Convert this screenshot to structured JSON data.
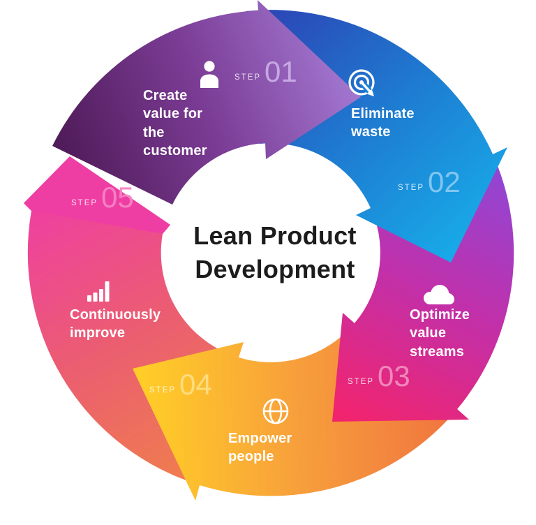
{
  "title": {
    "line1": "Lean Product",
    "line2": "Development"
  },
  "steps": [
    {
      "number": "01",
      "step_word": "STEP",
      "label": "Create value for the customer",
      "icon": "person-icon",
      "colors": {
        "from": "#4F1B58",
        "mid": "#7B3C95",
        "to": "#A379D2"
      },
      "number_color": "#C9ADE5"
    },
    {
      "number": "02",
      "step_word": "STEP",
      "label": "Eliminate waste",
      "icon": "target-click-icon",
      "colors": {
        "from": "#2B48B7",
        "mid": "#1E7CD1",
        "to": "#18A9E8"
      },
      "number_color": "#86C9F0"
    },
    {
      "number": "03",
      "step_word": "STEP",
      "label": "Optimize value streams",
      "icon": "cloud-icon",
      "colors": {
        "from": "#8C48D8",
        "mid": "#C130AA",
        "to": "#F1246E"
      },
      "number_color": "#F18CBE"
    },
    {
      "number": "04",
      "step_word": "STEP",
      "label": "Empower people",
      "icon": "globe-icon",
      "colors": {
        "from": "#F0743F",
        "mid": "#F79E3C",
        "to": "#FFCC28"
      },
      "number_color": "#FFDF83"
    },
    {
      "number": "05",
      "step_word": "STEP",
      "label": "Continuously improve",
      "icon": "bar-chart-icon",
      "colors": {
        "from": "#F0814A",
        "mid": "#EB5E70",
        "to": "#EF3EA3"
      },
      "number_color": "#F584C5"
    }
  ],
  "background": "#ffffff",
  "title_color": "#1c1c1c"
}
